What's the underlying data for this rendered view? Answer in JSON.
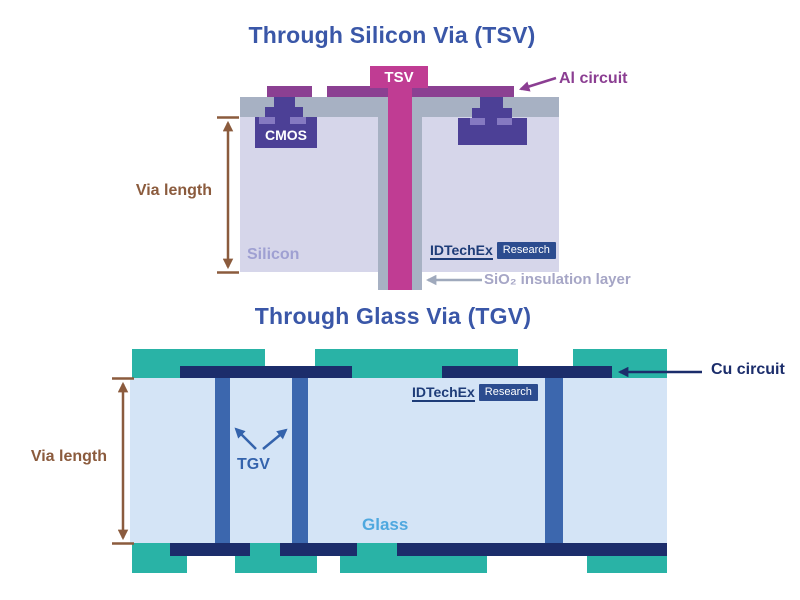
{
  "tsv": {
    "title": "Through Silicon Via (TSV)",
    "via_label": "TSV",
    "al_circuit_label": "Al circuit",
    "cmos_label": "CMOS",
    "via_length_label": "Via length",
    "substrate_label": "Silicon",
    "insulation_label": "SiO₂ insulation layer",
    "colors": {
      "title_blue": "#3A57A8",
      "via_magenta": "#C03C93",
      "al_circuit_purple": "#8B4092",
      "cmos_indigo": "#4C4096",
      "cmos_inner_pad": "#8579C1",
      "interconnect_gray": "#A7B1C3",
      "silicon_lavender": "#D6D6EA",
      "annotation_brown": "#8B5B3D",
      "silicon_label_text": "#9FA0D2",
      "insulation_label_text": "#A6A6C6",
      "insulation_arrow_gray": "#9FA9BC"
    }
  },
  "tgv": {
    "title": "Through Glass Via (TGV)",
    "via_label": "TGV",
    "cu_circuit_label": "Cu circuit",
    "via_length_label": "Via length",
    "substrate_label": "Glass",
    "colors": {
      "glass_blue": "#D4E4F6",
      "via_blue": "#3C67AE",
      "pad_teal": "#29B3A6",
      "cu_navy": "#1C2D6B",
      "glass_label_text": "#4FA8DF",
      "tgv_label_text": "#3463AC",
      "annotation_brown": "#8B5B3D"
    }
  },
  "logo": {
    "brand": "IDTechEx",
    "sub": "Research",
    "colors": {
      "brand_text": "#1E3C78",
      "sub_bg": "#2C4C8F"
    }
  }
}
